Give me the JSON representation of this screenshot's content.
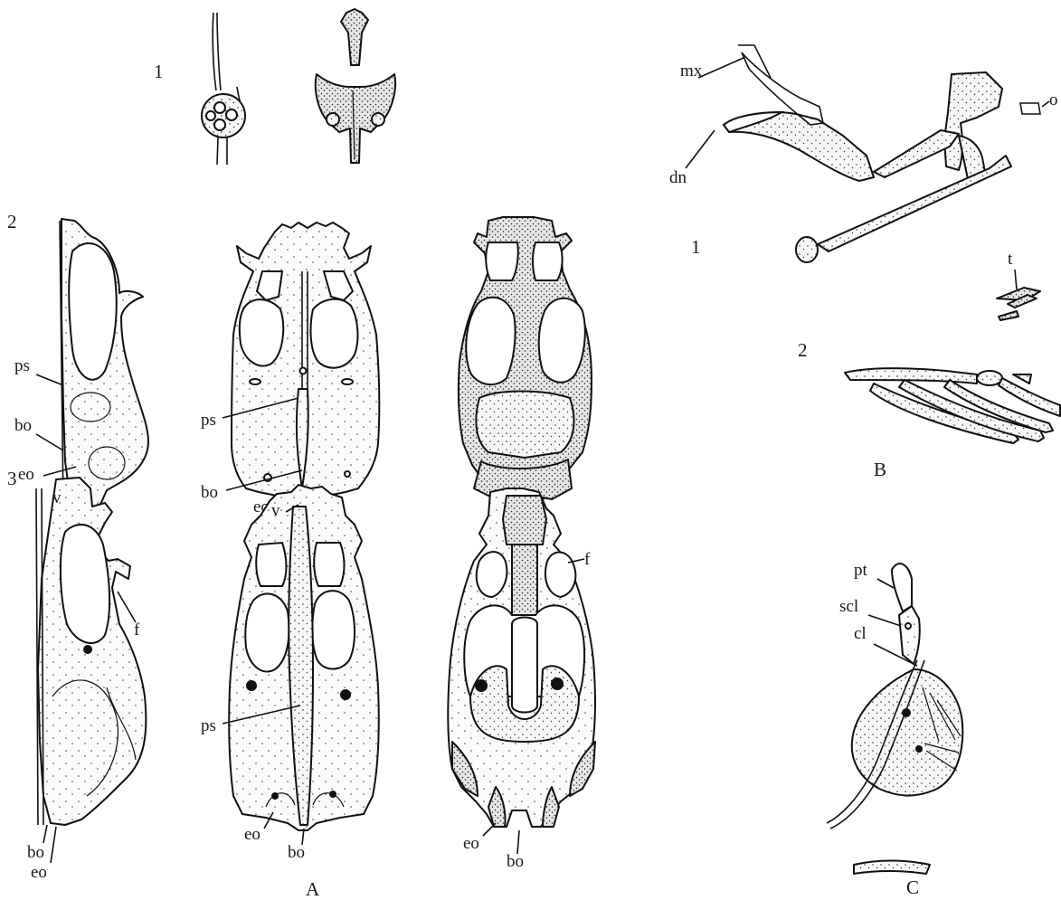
{
  "figure": {
    "panels": {
      "A": "A",
      "B": "B",
      "C": "C"
    },
    "rows_A": {
      "r1": "1",
      "r2": "2",
      "r3": "3"
    },
    "rows_B": {
      "r1": "1",
      "r2": "2"
    },
    "labels_A": {
      "ps_a": "ps",
      "bo_a": "bo",
      "eo_a": "eo",
      "ps_b": "ps",
      "bo_b": "bo",
      "eo_b": "eo",
      "v_a": "v",
      "f_a": "f",
      "bo_c": "bo",
      "eo_c": "eo",
      "v_b": "v",
      "ps_c": "ps",
      "eo_d": "eo",
      "bo_d": "bo",
      "f_b": "f",
      "eo_e": "eo",
      "bo_e": "bo"
    },
    "labels_B": {
      "mx": "mx",
      "dn": "dn",
      "o": "o",
      "t": "t"
    },
    "labels_C": {
      "pt": "pt",
      "scl": "scl",
      "cl": "cl"
    },
    "colors": {
      "ink": "#111111",
      "paper": "#ffffff"
    }
  }
}
